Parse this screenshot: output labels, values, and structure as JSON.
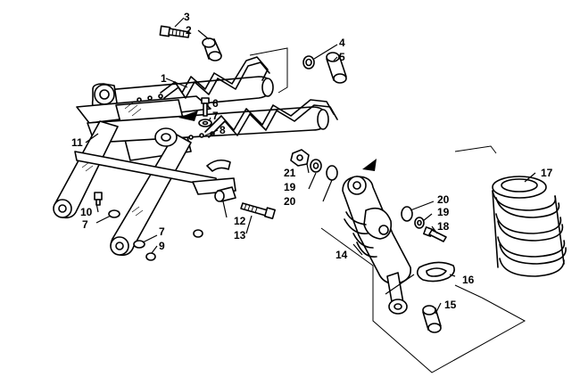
{
  "callouts": {
    "c1": "1",
    "c2": "2",
    "c3": "3",
    "c4": "4",
    "c5": "5",
    "c6": "6",
    "c7a": "7",
    "c7b": "7",
    "c7c": "7",
    "c8": "8",
    "c9": "9",
    "c10": "10",
    "c11": "11",
    "c12": "12",
    "c13": "13",
    "c14": "14",
    "c15": "15",
    "c16": "16",
    "c17": "17",
    "c18": "18",
    "c19a": "19",
    "c19b": "19",
    "c20a": "20",
    "c20b": "20",
    "c21": "21"
  },
  "colors": {
    "line": "#000000",
    "background": "#ffffff"
  },
  "icons": [
    "direction-arrow-icon",
    "direction-arrow-icon"
  ]
}
